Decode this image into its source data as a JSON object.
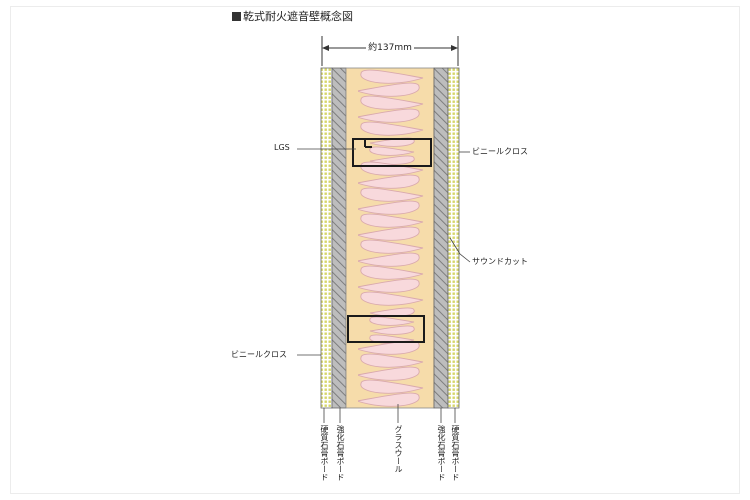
{
  "title": "乾式耐火遮音壁概念図",
  "dimension_label": "約137mm",
  "labels": {
    "lgs": "LGS",
    "vinyl_cloth_right": "ビニールクロス",
    "sound_cut": "サウンドカット",
    "vinyl_cloth_left": "ビニールクロス"
  },
  "bottom_labels": {
    "hard_gypsum_left": "硬質石膏ボード",
    "reinforced_gypsum_left": "強化石膏ボード",
    "glass_wool": "グラスウール",
    "reinforced_gypsum_right": "強化石膏ボード",
    "hard_gypsum_right": "硬質石膏ボード"
  },
  "colors": {
    "cavity": "#f6dcaa",
    "insulation": "#f8d9dc",
    "insulation_outline": "#d9a9ad",
    "gypsum_hatch": "#9a9a9a",
    "hard_board": "#cfd36a",
    "stud": "#1a1a1a"
  }
}
